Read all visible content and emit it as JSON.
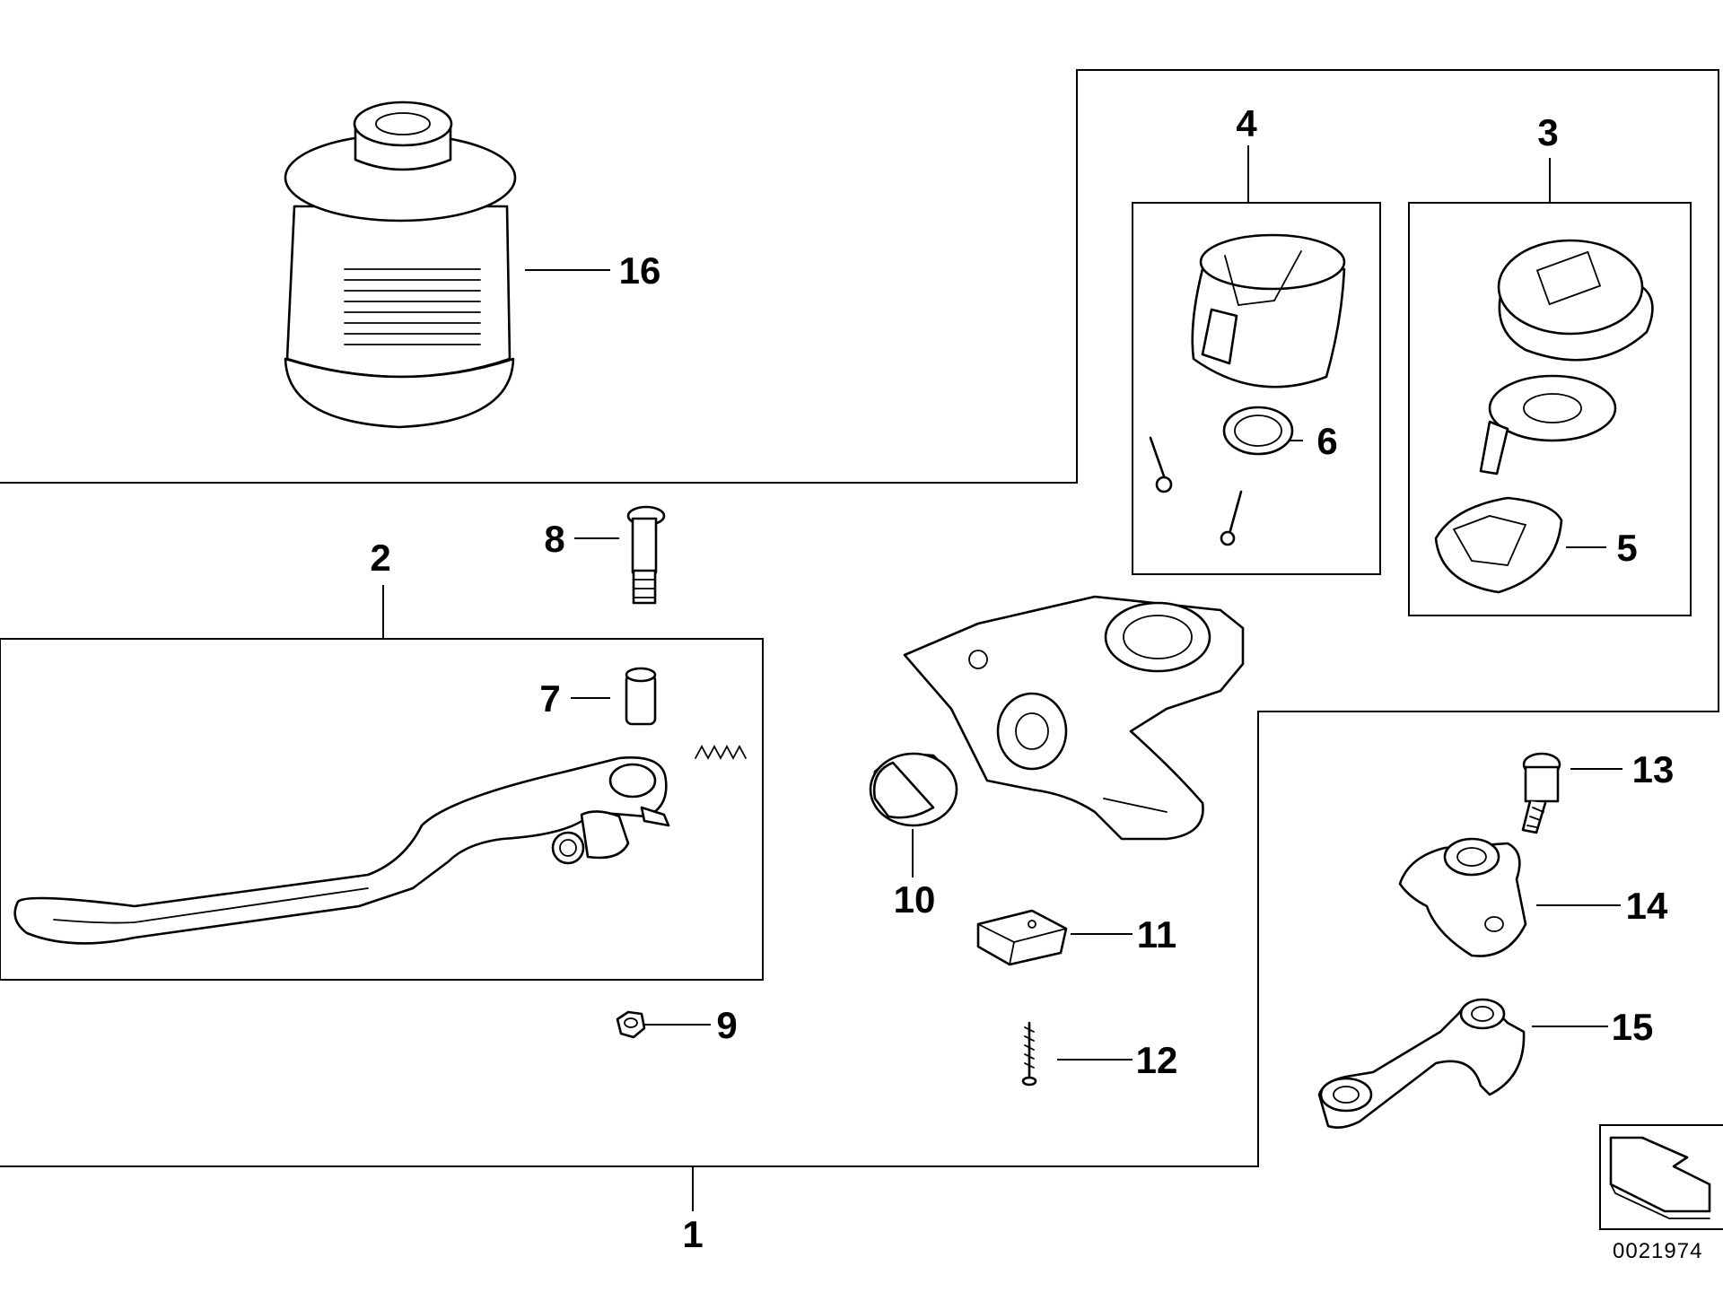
{
  "callouts": {
    "c1": "1",
    "c2": "2",
    "c3": "3",
    "c4": "4",
    "c5": "5",
    "c6": "6",
    "c7": "7",
    "c8": "8",
    "c9": "9",
    "c10": "10",
    "c11": "11",
    "c12": "12",
    "c13": "13",
    "c14": "14",
    "c15": "15",
    "c16": "16"
  },
  "reference_number": "0021974"
}
